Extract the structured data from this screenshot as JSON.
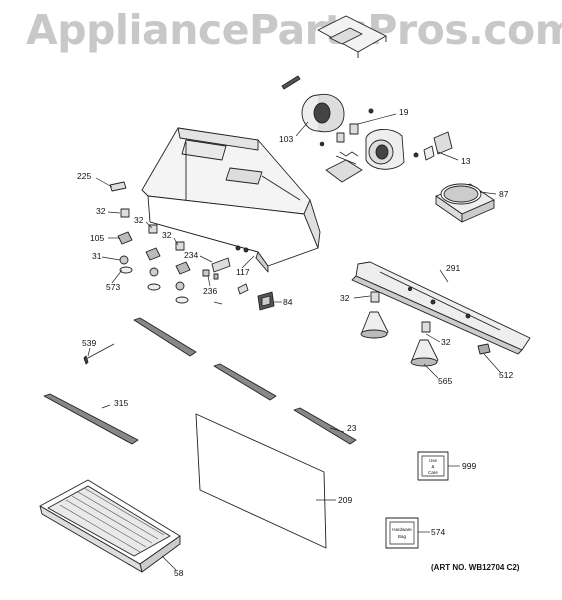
{
  "watermark": "AppliancePartsPros.com",
  "art_number": "(ART NO. WB12704 C2)",
  "booklets": {
    "use_care_line1": "Use",
    "use_care_line2": "&",
    "use_care_line3": "Care",
    "hardware_line1": "Hardware",
    "hardware_line2": "Bag"
  },
  "callouts": [
    {
      "id": "c19",
      "text": "19"
    },
    {
      "id": "c103",
      "text": "103"
    },
    {
      "id": "c13",
      "text": "13"
    },
    {
      "id": "c87",
      "text": "87"
    },
    {
      "id": "c225",
      "text": "225"
    },
    {
      "id": "c32a",
      "text": "32"
    },
    {
      "id": "c32b",
      "text": "32"
    },
    {
      "id": "c32c",
      "text": "32"
    },
    {
      "id": "c105",
      "text": "105"
    },
    {
      "id": "c31",
      "text": "31"
    },
    {
      "id": "c573",
      "text": "573"
    },
    {
      "id": "c234",
      "text": "234"
    },
    {
      "id": "c236",
      "text": "236"
    },
    {
      "id": "c117",
      "text": "117"
    },
    {
      "id": "c84",
      "text": "84"
    },
    {
      "id": "c291",
      "text": "291"
    },
    {
      "id": "c32d",
      "text": "32"
    },
    {
      "id": "c32e",
      "text": "32"
    },
    {
      "id": "c565",
      "text": "565"
    },
    {
      "id": "c512",
      "text": "512"
    },
    {
      "id": "c539",
      "text": "539"
    },
    {
      "id": "c315",
      "text": "315"
    },
    {
      "id": "c23",
      "text": "23"
    },
    {
      "id": "c999",
      "text": "999"
    },
    {
      "id": "c209",
      "text": "209"
    },
    {
      "id": "c574",
      "text": "574"
    },
    {
      "id": "c58",
      "text": "58"
    }
  ]
}
